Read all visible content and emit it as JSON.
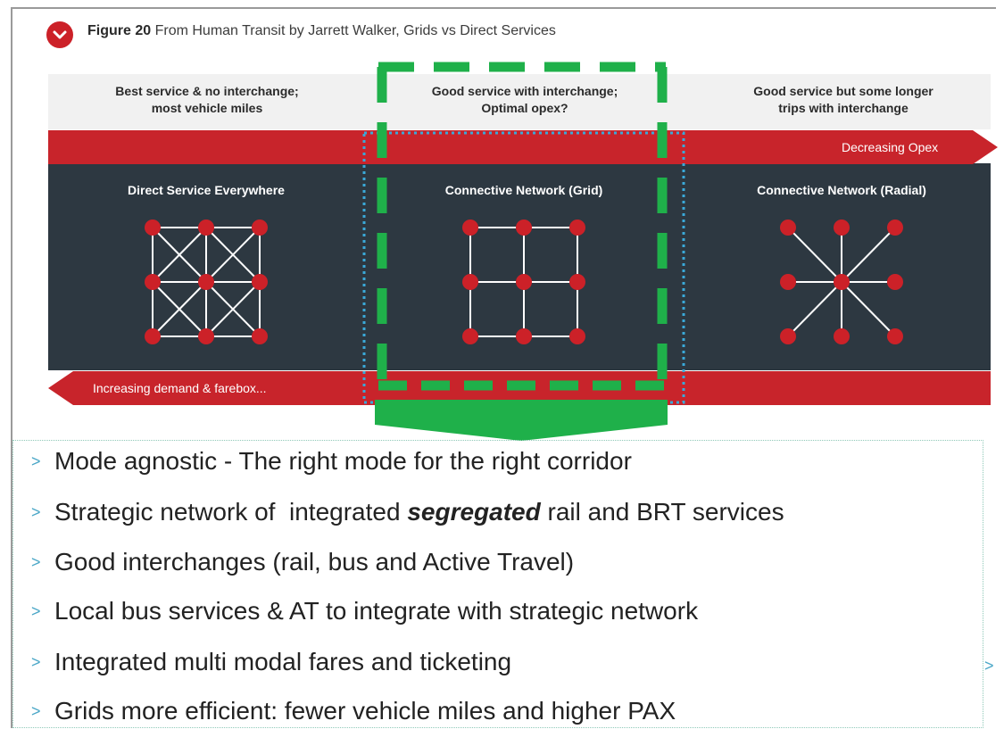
{
  "figure": {
    "number": "Figure 20",
    "caption": " From Human Transit by Jarrett Walker, Grids vs Direct Services"
  },
  "columns": [
    {
      "header_line1": "Best service & no interchange;",
      "header_line2": "most vehicle miles",
      "network": "Direct Service Everywhere"
    },
    {
      "header_line1": "Good service with interchange;",
      "header_line2": "Optimal opex?",
      "network": "Connective Network (Grid)"
    },
    {
      "header_line1": "Good service but some longer",
      "header_line2": "trips with interchange",
      "network": "Connective Network (Radial)"
    }
  ],
  "arrows": {
    "top": "Decreasing Opex",
    "bottom": "Increasing demand & farebox..."
  },
  "bullets": [
    {
      "text": "Mode agnostic - The right mode for the right corridor"
    },
    {
      "pre": "Strategic network of  integrated ",
      "em": "segregated",
      "post": " rail and BRT services"
    },
    {
      "text": "Good interchanges (rail, bus and Active Travel)"
    },
    {
      "text": "Local bus services & AT to integrate with strategic network"
    },
    {
      "text": "Integrated multi modal fares and ticketing"
    },
    {
      "text": "Grids more efficient: fewer vehicle miles and higher PAX"
    }
  ],
  "bullet_marker": ">",
  "colors": {
    "red": "#c8242b",
    "dark": "#2d3841",
    "green": "#1fb04a",
    "node": "#cc2128",
    "dotted": "#3aa9d8"
  }
}
